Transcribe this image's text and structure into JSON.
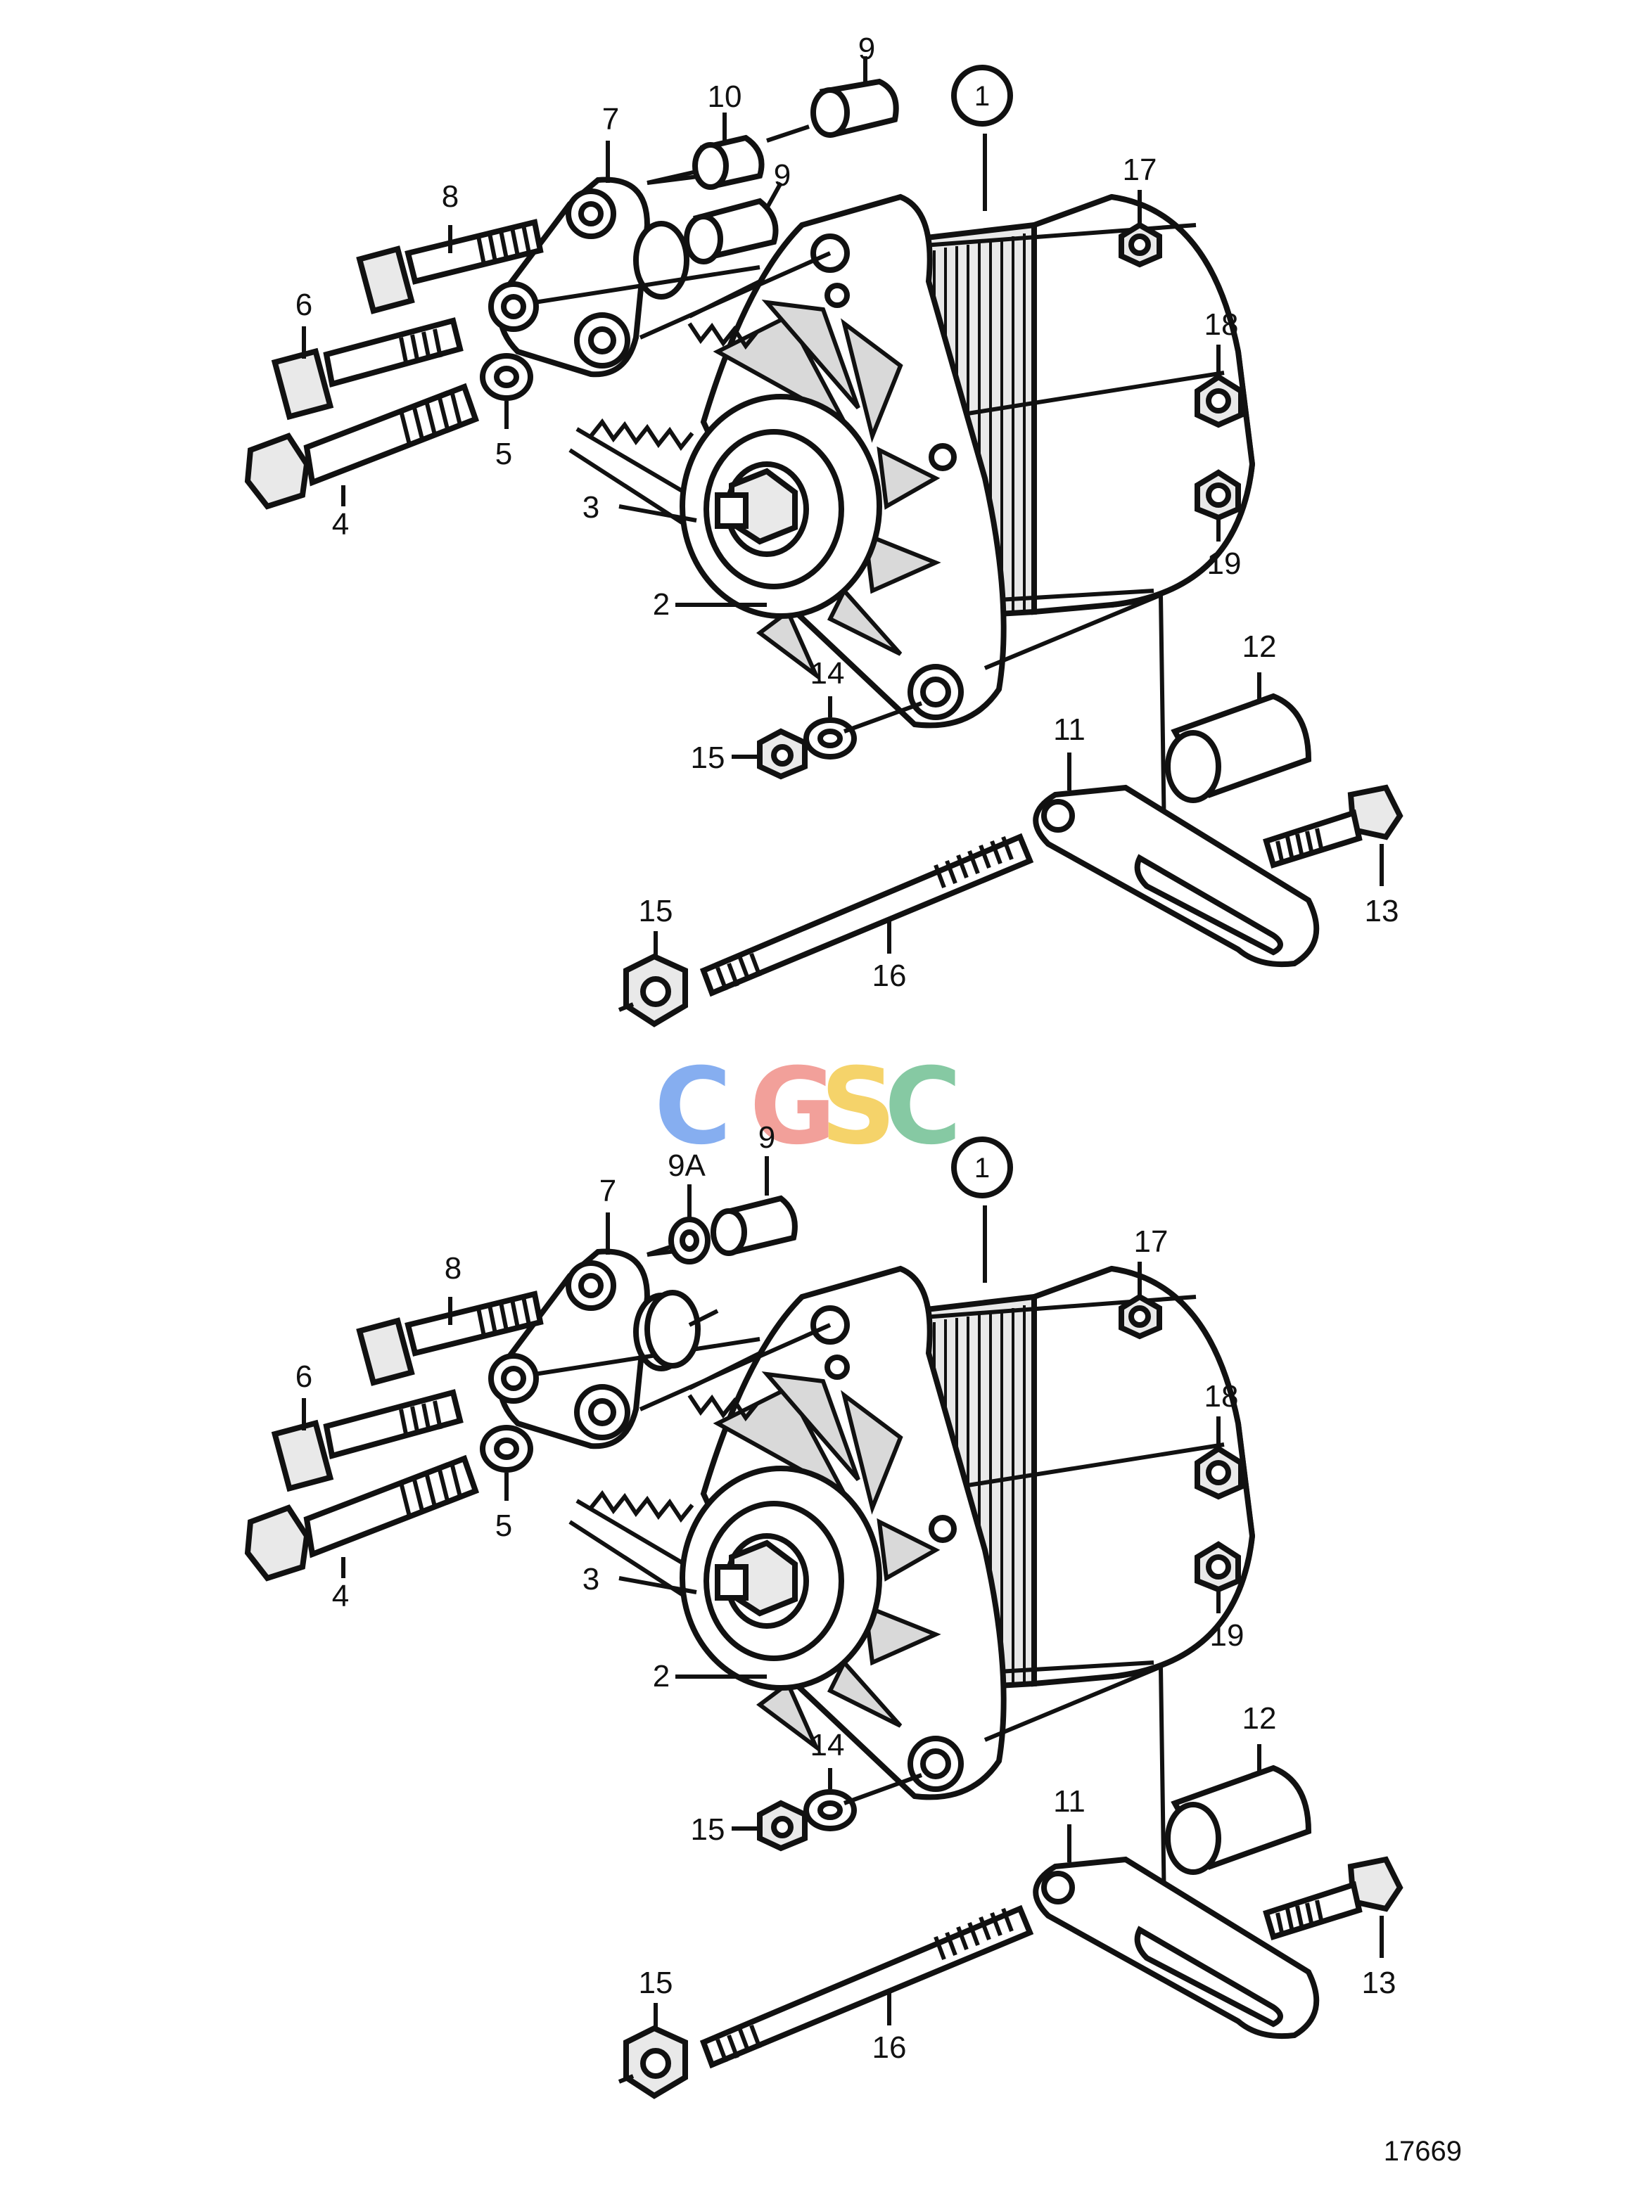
{
  "views": [
    {
      "id": "top",
      "callouts": {
        "c1": "1",
        "c2": "2",
        "c3": "3",
        "c4": "4",
        "c5": "5",
        "c6": "6",
        "c7": "7",
        "c8": "8",
        "c9a": "9",
        "c9b": "9",
        "c10": "10",
        "c11": "11",
        "c12": "12",
        "c13": "13",
        "c14": "14",
        "c15a": "15",
        "c15b": "15",
        "c16": "16",
        "c17": "17",
        "c18": "18",
        "c19": "19"
      }
    },
    {
      "id": "bottom",
      "callouts": {
        "c1": "1",
        "c2": "2",
        "c3": "3",
        "c4": "4",
        "c5": "5",
        "c6": "6",
        "c7": "7",
        "c8": "8",
        "c9": "9",
        "c9A": "9A",
        "c11": "11",
        "c12": "12",
        "c13": "13",
        "c14": "14",
        "c15a": "15",
        "c15b": "15",
        "c16": "16",
        "c17": "17",
        "c18": "18",
        "c19": "19"
      }
    }
  ],
  "logo": {
    "letters": [
      "C",
      "G",
      "S",
      "C"
    ],
    "colors": [
      "#86aef0",
      "#f2a09a",
      "#f5d36a",
      "#86c9a3"
    ]
  },
  "figure_number": "17669"
}
